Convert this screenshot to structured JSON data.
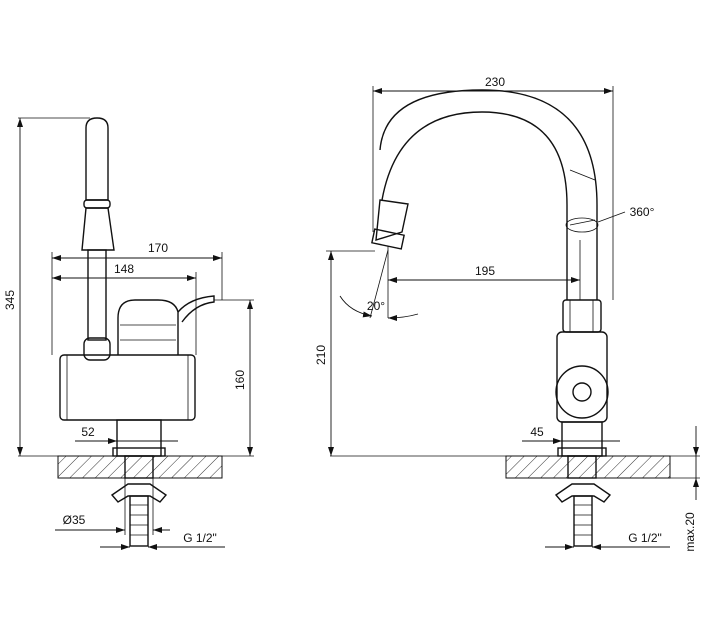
{
  "drawing": {
    "dimensions": {
      "d345": "345",
      "d170": "170",
      "d148": "148",
      "d160": "160",
      "d52": "52",
      "d35": "Ø35",
      "g_left": "G 1/2\"",
      "d230": "230",
      "d360": "360°",
      "d195": "195",
      "d20": "20°",
      "d210": "210",
      "d45": "45",
      "g_right": "G 1/2\"",
      "max20": "max.20"
    }
  }
}
